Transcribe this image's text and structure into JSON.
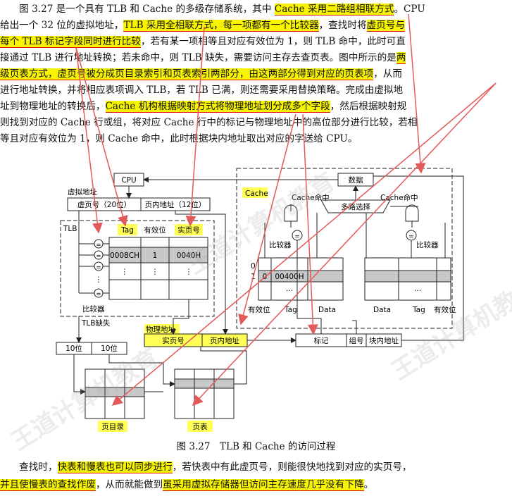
{
  "paragraph1": [
    [
      {
        "t": "　　图 3.27 是一个具有 TLB 和 Cache 的多级存储系统，其中 "
      },
      {
        "t": "Cache 采用二路组相联方式",
        "h": true
      },
      {
        "t": "。CPU"
      }
    ],
    [
      {
        "t": "给出一个 32 位的虚拟地址，"
      },
      {
        "t": "TLB 采用全相联方式，每一项都有一个比较器",
        "h": true
      },
      {
        "t": "，查找时将"
      },
      {
        "t": "虚页号与",
        "h": true
      }
    ],
    [
      {
        "t": "每个 TLB 标记字段同时进行比较",
        "h": true
      },
      {
        "t": "，若有某一项相等且对应有效位为 1，则 TLB 命中，此时可直"
      }
    ],
    [
      {
        "t": "接通过 TLB 进行地址转换；若未命中，则 TLB 缺失，需要访问主存去查页表。图中所示的是"
      },
      {
        "t": "两",
        "h": true
      }
    ],
    [
      {
        "t": "级页表方式，虚页号被分成页目录索引和页表索引两部分，由这两部分得到对应的页表项",
        "h": true
      },
      {
        "t": "，从而"
      }
    ],
    [
      {
        "t": "进行地址转换，并将相应表项调入 TLB，若 TLB 已满，则还需要采用替换策略。完成由虚拟地"
      }
    ],
    [
      {
        "t": "址到物理地址的转换后，"
      },
      {
        "t": "Cache 机构根据映射方式将物理地址划分成多个字段",
        "h": true
      },
      {
        "t": "，然后根据映射规"
      }
    ],
    [
      {
        "t": "则找到对应的 Cache 行或组，将对应 Cache 行中的标记与物理地址中的高位部分进行比较，若相"
      }
    ],
    [
      {
        "t": "等且对应有效位为 1，则 Cache 命中，此时根据块内地址取出对应的字送给 CPU。"
      }
    ]
  ],
  "figure": {
    "cpu": "CPU",
    "virtual_address": "虚拟地址",
    "vpn": "虚页号（20位）",
    "offset": "页内地址（12位）",
    "tlb": "TLB",
    "tlb_headers": {
      "tag": "Tag",
      "valid": "有效位",
      "ppn": "实页号"
    },
    "tlb_row": {
      "tag": "0008CH",
      "valid": "1",
      "ppn": "0040H"
    },
    "comparator": "比较器",
    "tlb_miss": "TLB缺失",
    "bits10a": "10位",
    "bits10b": "10位",
    "physical_address": "物理地址",
    "real_page": "实页号",
    "page_offset": "页内地址",
    "page_dir": "页目录",
    "page_table": "页表",
    "cache": "Cache",
    "data": "数据",
    "mux": "多路选择",
    "cache_hit_left": "Cache命中",
    "cache_hit_right": "Cache命中",
    "cmp_left": "比较器",
    "cmp_right": "比较器",
    "row0": "0",
    "row1": "1",
    "row1_valid": "0",
    "row1_tag": "00400H",
    "dots": "…",
    "vdots": "⋮",
    "eq": "=",
    "col_valid": "有效位",
    "col_tag": "Tag",
    "col_data": "Data",
    "col_data2": "Data",
    "col_tag2": "Tag",
    "col_valid2": "有效位",
    "tag_field": "标记",
    "set_field": "组号",
    "block_field": "块内地址"
  },
  "caption": "图 3.27　TLB 和 Cache 的访问过程",
  "paragraph2": [
    [
      {
        "t": "　　查找时，"
      },
      {
        "t": "快表和慢表也可以同步进行",
        "h": true
      },
      {
        "t": "，若快表中有此虚页号，则能很快地找到对应的实页号，"
      }
    ],
    [
      {
        "t": "并且使慢表的查找作废",
        "h": true
      },
      {
        "t": "，从而就能做到"
      },
      {
        "t": "虽采用虚拟存储器但访问主存速度几乎没有下降",
        "h": true
      },
      {
        "t": "。"
      }
    ]
  ],
  "watermark": "王道计算机教育",
  "colors": {
    "highlight": "#f8f400",
    "arrow": "#e35a5a",
    "shade": "#c8c8c8",
    "field_yellow": "#ffff55"
  }
}
